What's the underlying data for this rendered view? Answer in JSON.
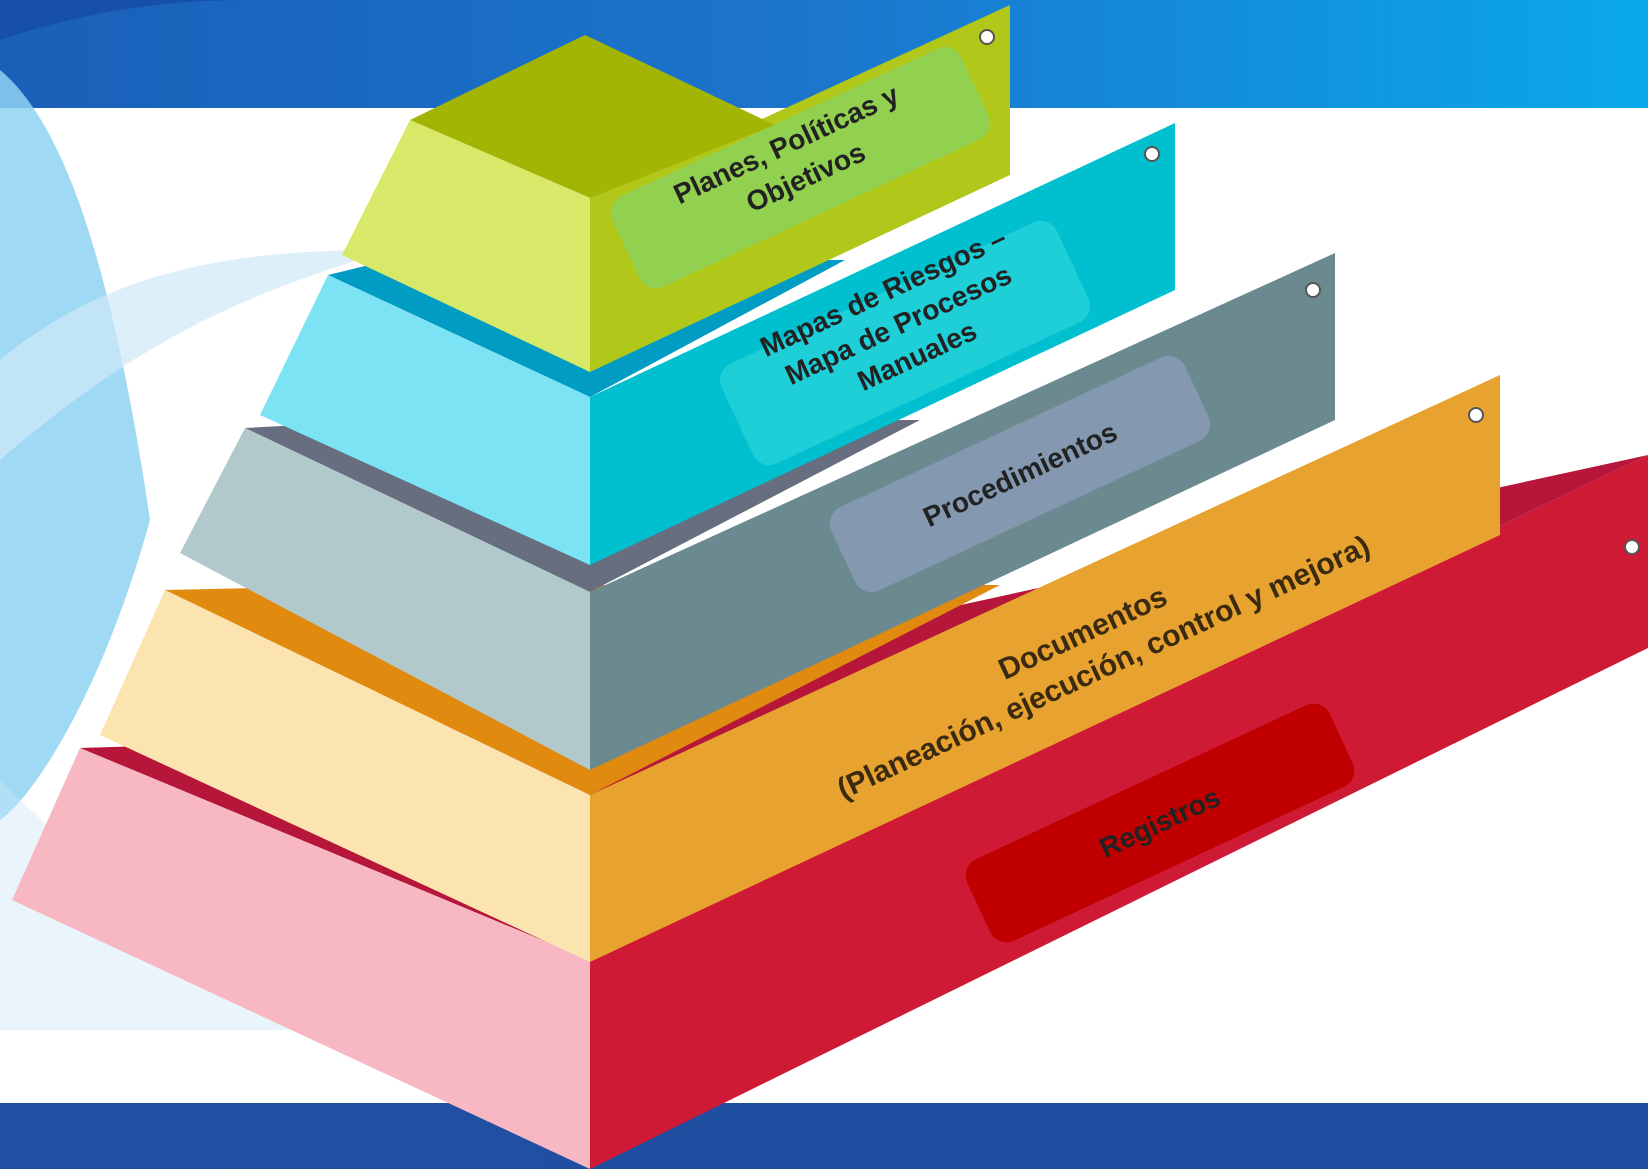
{
  "diagram": {
    "levels": [
      {
        "id": "planes",
        "lines": [
          "Planes, Políticas y",
          "Objetivos"
        ]
      },
      {
        "id": "mapas",
        "lines": [
          "Mapas de Riesgos –",
          "Mapa de Procesos",
          "Manuales"
        ]
      },
      {
        "id": "procedimientos",
        "lines": [
          "Procedimientos"
        ]
      },
      {
        "id": "documentos",
        "lines": [
          "Documentos",
          "(Planeación, ejecución, control y mejora)"
        ]
      },
      {
        "id": "registros",
        "lines": [
          "Registros"
        ]
      }
    ]
  },
  "colors": {
    "background_top": "#1a6fc4",
    "background_bottom": "#2a55a8",
    "band_white": "#ffffff",
    "planes": {
      "left": "#d8e868",
      "top": "#a2b505",
      "right": "#b1c81a",
      "label": "#92d050"
    },
    "mapas": {
      "left": "#7ce3f4",
      "top": "#009cc4",
      "right": "#00c0d0",
      "label": "#1ecfd8"
    },
    "procedimientos": {
      "left": "#b2c9cc",
      "top": "#666e80",
      "right": "#6a8a90",
      "label": "#8499b0"
    },
    "documentos": {
      "left": "#fce4b0",
      "top": "#e08a10",
      "right": "#e8a230",
      "label": "#e8a230"
    },
    "registros": {
      "left": "#f7b8c4",
      "top": "#b6163a",
      "right": "#ce1a35",
      "label": "#c00000"
    }
  }
}
